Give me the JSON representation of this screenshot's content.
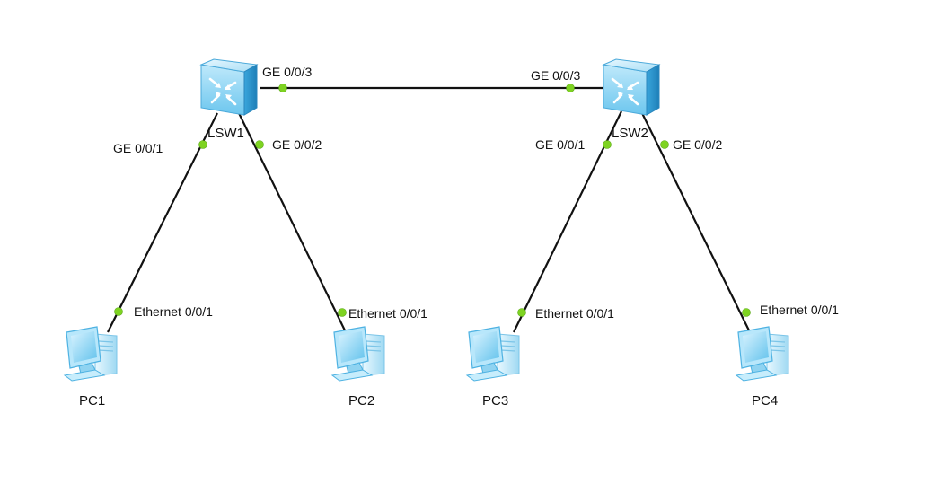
{
  "devices": {
    "lsw1": {
      "label": "LSW1",
      "type": "switch"
    },
    "lsw2": {
      "label": "LSW2",
      "type": "switch"
    },
    "pc1": {
      "label": "PC1",
      "type": "pc"
    },
    "pc2": {
      "label": "PC2",
      "type": "pc"
    },
    "pc3": {
      "label": "PC3",
      "type": "pc"
    },
    "pc4": {
      "label": "PC4",
      "type": "pc"
    }
  },
  "links": [
    {
      "from": "LSW1",
      "from_port": "GE 0/0/3",
      "to": "LSW2",
      "to_port": "GE 0/0/3"
    },
    {
      "from": "LSW1",
      "from_port": "GE 0/0/1",
      "to": "PC1",
      "to_port": "Ethernet 0/0/1"
    },
    {
      "from": "LSW1",
      "from_port": "GE 0/0/2",
      "to": "PC2",
      "to_port": "Ethernet 0/0/1"
    },
    {
      "from": "LSW2",
      "from_port": "GE 0/0/1",
      "to": "PC3",
      "to_port": "Ethernet 0/0/1"
    },
    {
      "from": "LSW2",
      "from_port": "GE 0/0/2",
      "to": "PC4",
      "to_port": "Ethernet 0/0/1"
    }
  ],
  "colors": {
    "link": "#111111",
    "port_indicator": "#7ed321",
    "device_fill": "#9fdcf5",
    "device_accent": "#2ea3d9"
  },
  "icons": {
    "switch": "layer3-switch-icon",
    "pc": "desktop-pc-icon"
  }
}
